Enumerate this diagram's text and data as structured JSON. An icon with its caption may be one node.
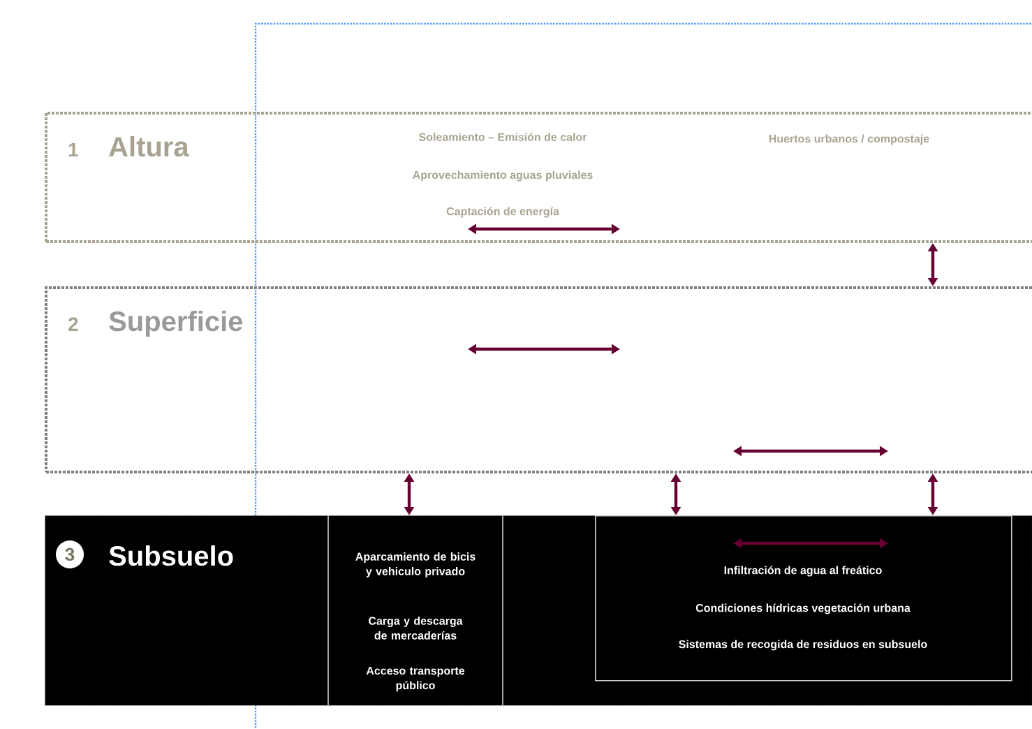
{
  "diagram": {
    "nodes": [
      {
        "text": [
          "1",
          "Altura"
        ]
      },
      {
        "text": [
          "2",
          "Superficie"
        ]
      },
      {
        "text": [
          "Subsuelo"
        ]
      },
      {
        "text": [
          "3"
        ],
        "in": 2
      },
      {
        "text": [
          "Aparcamiento de bicis y vehiculo privado",
          "Carga y descarga de mercaderías",
          "Acceso transporte público"
        ],
        "in": 2
      },
      {
        "text": [
          "Infiltración de agua al freático",
          "Condiciones hídricas vegetación urbana",
          "Sistemas de recogida de residuos en subsuelo"
        ],
        "in": 2
      }
    ],
    "edges": [
      {
        "from": 0,
        "to": 1,
        "arrow": "both"
      },
      {
        "from": 1,
        "to": 2,
        "arrow": "both"
      },
      {
        "from": 1,
        "to": 2,
        "arrow": "both"
      },
      {
        "from": 1,
        "to": 2,
        "arrow": "both"
      }
    ],
    "labels": [
      "Soleamiento – Emisión de calor",
      "Huertos urbanos / compostaje",
      "Aprovechamiento aguas pluviales",
      "Captación de energía"
    ]
  }
}
